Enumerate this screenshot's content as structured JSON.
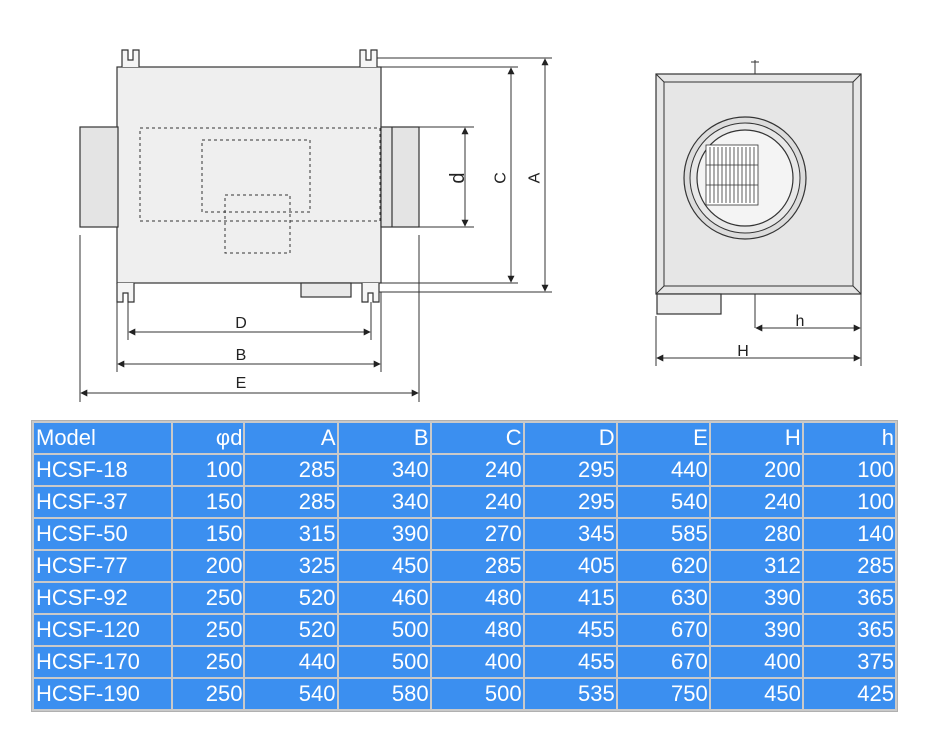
{
  "drawing": {
    "side_view_labels": {
      "d": "d",
      "C": "C",
      "A": "A",
      "D": "D",
      "B": "B",
      "E": "E"
    },
    "end_view_labels": {
      "h": "h",
      "H": "H"
    }
  },
  "table": {
    "headers": [
      "Model",
      "φd",
      "A",
      "B",
      "C",
      "D",
      "E",
      "H",
      "h"
    ],
    "rows": [
      [
        "HCSF-18",
        "100",
        "285",
        "340",
        "240",
        "295",
        "440",
        "200",
        "100"
      ],
      [
        "HCSF-37",
        "150",
        "285",
        "340",
        "240",
        "295",
        "540",
        "240",
        "100"
      ],
      [
        "HCSF-50",
        "150",
        "315",
        "390",
        "270",
        "345",
        "585",
        "280",
        "140"
      ],
      [
        "HCSF-77",
        "200",
        "325",
        "450",
        "285",
        "405",
        "620",
        "312",
        "285"
      ],
      [
        "HCSF-92",
        "250",
        "520",
        "460",
        "480",
        "415",
        "630",
        "390",
        "365"
      ],
      [
        "HCSF-120",
        "250",
        "520",
        "500",
        "480",
        "455",
        "670",
        "390",
        "365"
      ],
      [
        "HCSF-170",
        "250",
        "440",
        "500",
        "400",
        "455",
        "670",
        "400",
        "375"
      ],
      [
        "HCSF-190",
        "250",
        "540",
        "580",
        "500",
        "535",
        "750",
        "450",
        "425"
      ]
    ]
  },
  "colors": {
    "cell_fill": "#3b8ff0",
    "cell_text": "#ffffff",
    "grid": "#c9c9c9"
  }
}
